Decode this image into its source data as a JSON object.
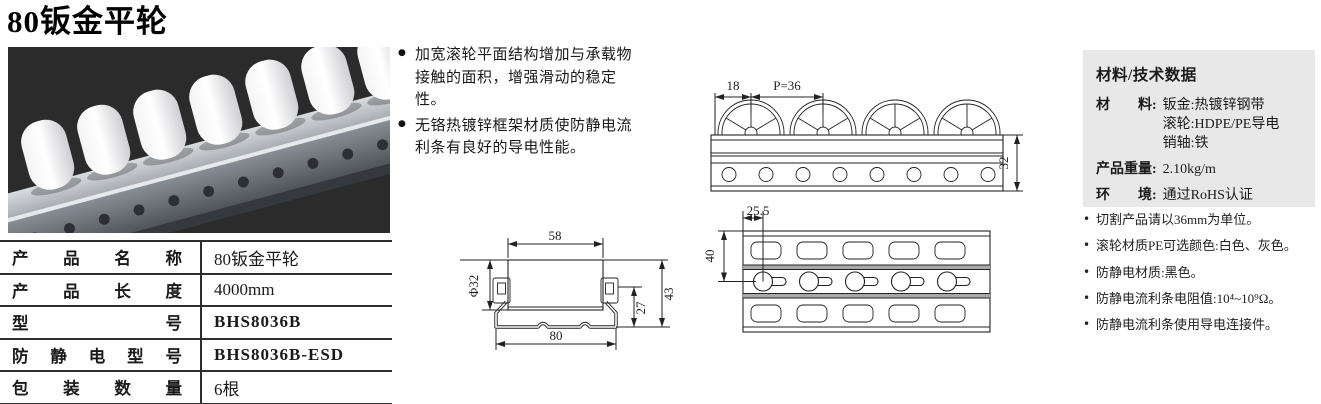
{
  "title": "80钣金平轮",
  "glyphs": {
    "feature_bullet": "●",
    "note_bullet": "•"
  },
  "features": [
    "加宽滚轮平面结构增加与承载物接触的面积，增强滑动的稳定性。",
    "无铬热镀锌框架材质使防静电流利条有良好的导电性能。"
  ],
  "spec_table": {
    "rows": [
      {
        "label": "产品名称",
        "value": "80钣金平轮"
      },
      {
        "label": "产品长度",
        "value": "4000mm"
      },
      {
        "label": "型号",
        "value": "BHS8036B"
      },
      {
        "label": "防静电型号",
        "value": "BHS8036B-ESD"
      },
      {
        "label": "包装数量",
        "value": "6根"
      }
    ]
  },
  "materials_box": {
    "title": "材料/技术数据",
    "rows": [
      {
        "label": "材　　料:",
        "lines": [
          "钣金:热镀锌钢带",
          "滚轮:HDPE/PE导电",
          "销轴:铁"
        ]
      },
      {
        "label": "产品重量:",
        "lines": [
          "2.10kg/m"
        ]
      },
      {
        "label": "环　　境:",
        "lines": [
          "通过RoHS认证"
        ]
      }
    ]
  },
  "notes": [
    "切割产品请以36mm为单位。",
    "滚轮材质PE可选颜色:白色、灰色。",
    "防静电材质:黑色。",
    "防静电流利条电阻值:10⁴~10⁹Ω。",
    "防静电流利条使用导电连接件。"
  ],
  "drawings": {
    "side_view": {
      "dim_offset": "18",
      "dim_pitch": "P=36",
      "dim_height": "32"
    },
    "cross_section": {
      "dim_roller_width": "58",
      "dim_roller_dia": "Φ32",
      "dim_inner_height": "27",
      "dim_total_height": "43",
      "dim_base_width": "80"
    },
    "plan_view": {
      "dim_hole_offset": "25.5",
      "dim_rail_width": "40"
    }
  },
  "colors": {
    "panel_bg": "#e8e8e8",
    "photo_bg": "#2b2b2b",
    "line": "#222222"
  }
}
